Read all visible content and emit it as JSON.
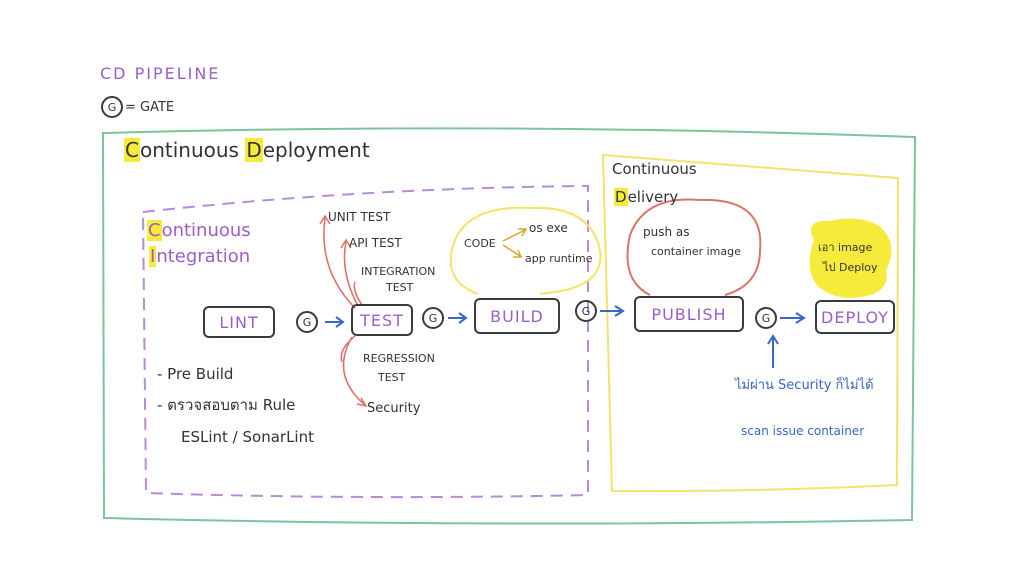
{
  "title": "CD PIPELINE",
  "legend": {
    "gate_symbol": "G",
    "gate_label": "= GATE"
  },
  "regions": {
    "cd_prefix": "C",
    "cd_word1": "ontinuous",
    "cd_prefix2": "D",
    "cd_word2": "eployment",
    "ci_line1_prefix": "C",
    "ci_line1": "ontinuous",
    "ci_line2_prefix": "I",
    "ci_line2": "ntegration",
    "delivery_line1": "Continuous",
    "delivery_line2_prefix": "D",
    "delivery_line2": "elivery"
  },
  "stages": {
    "lint": "LINT",
    "test": "TEST",
    "build": "BUILD",
    "publish": "PUBLISH",
    "deploy": "DEPLOY"
  },
  "gate_letter": "G",
  "test_branches": [
    "UNIT TEST",
    "API TEST",
    "INTEGRATION",
    "TEST",
    "REGRESSION",
    "TEST",
    "Security"
  ],
  "lint_notes": [
    "- Pre Build",
    "- ตรวจสอบตาม Rule",
    "ESLint / SonarLint"
  ],
  "build_cloud": {
    "code": "CODE",
    "out1": "os exe",
    "out2": "app runtime"
  },
  "publish_cloud": {
    "line1": "push as",
    "line2": "container image"
  },
  "deploy_note": {
    "line1": "เอา image",
    "line2": "ไป Deploy"
  },
  "security_note": {
    "line1": "ไม่ผ่าน Security ก็ไม่ได้",
    "line2": "scan issue container"
  },
  "colors": {
    "purple": "#9b5fc9",
    "green": "#7cc49a",
    "yellow": "#f3e36b",
    "highlight": "#f6ea3a",
    "red": "#d9756b",
    "blue": "#3a66c4",
    "ink": "#3a3a3a"
  }
}
